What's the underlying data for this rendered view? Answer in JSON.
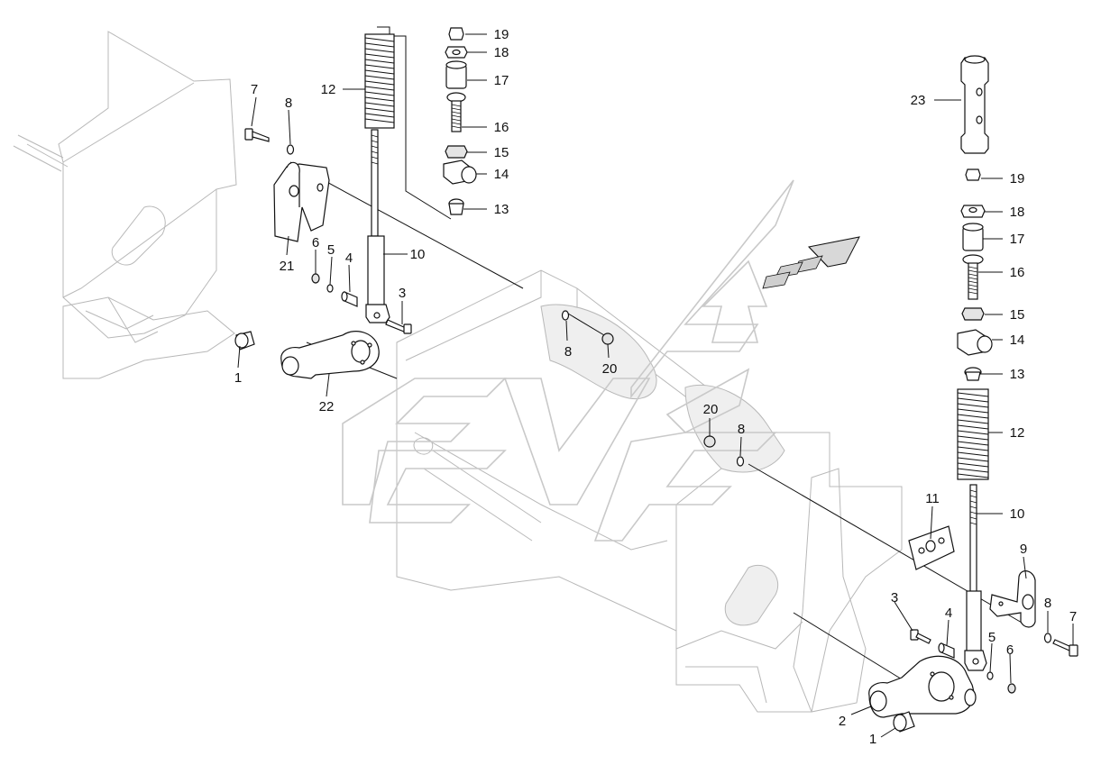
{
  "labels": {
    "upper_left": {
      "n1": "1",
      "n3": "3",
      "n4": "4",
      "n5": "5",
      "n6": "6",
      "n7": "7",
      "n8": "8",
      "n10": "10",
      "n12": "12",
      "n13": "13",
      "n14": "14",
      "n15": "15",
      "n16": "16",
      "n17": "17",
      "n18": "18",
      "n19": "19",
      "n21": "21",
      "n22": "22"
    },
    "center": {
      "n8a": "8",
      "n20a": "20",
      "n20b": "20",
      "n8b": "8"
    },
    "right": {
      "n23": "23",
      "n19": "19",
      "n18": "18",
      "n17": "17",
      "n16": "16",
      "n15": "15",
      "n14": "14",
      "n13": "13",
      "n12": "12",
      "n11": "11",
      "n10": "10",
      "n9": "9",
      "n8": "8",
      "n7": "7",
      "n3": "3",
      "n4": "4",
      "n5": "5",
      "n6": "6",
      "n2": "2",
      "n1": "1"
    }
  },
  "icons": {
    "direction_arrow": "travel-direction-arrow-icon"
  },
  "colors": {
    "line": "#111111",
    "frame": "#b8b8b8",
    "watermark": "#c9c9c9"
  }
}
